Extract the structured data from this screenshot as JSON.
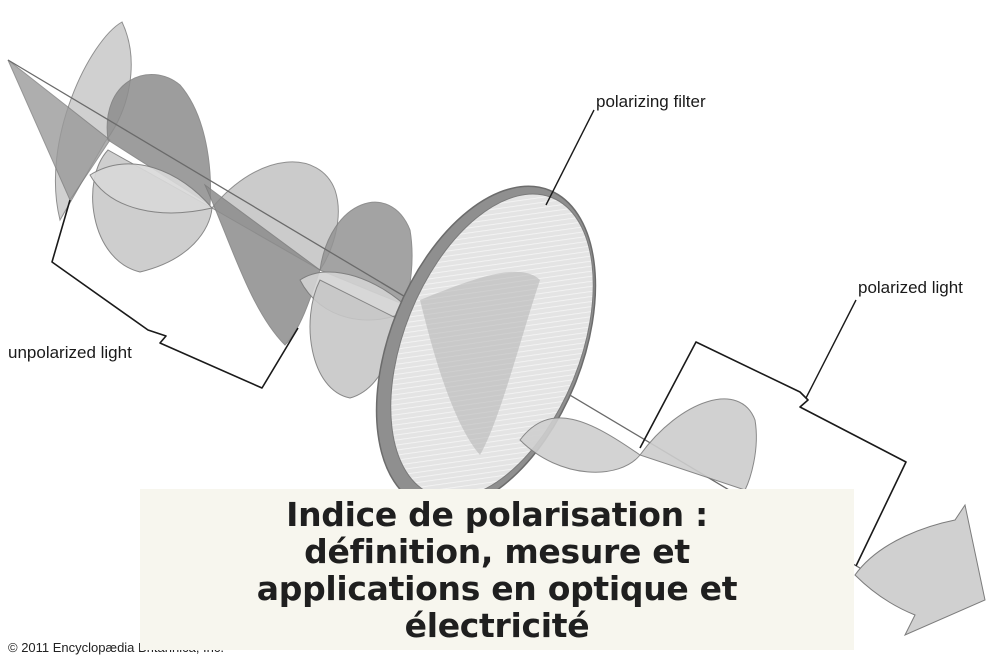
{
  "labels": {
    "polarizing_filter": "polarizing filter",
    "polarized_light": "polarized light",
    "unpolarized_light": "unpolarized light"
  },
  "copyright": "© 2011 Encyclopædia Britannica, Inc.",
  "title_overlay": "Indice de polarisation : définition, mesure et applications en optique et électricité",
  "colors": {
    "background": "#ffffff",
    "title_box": "#f7f6ee",
    "wave_light": "#cfcfcf",
    "wave_dark": "#8a8a8a",
    "filter_ring": "#8f8f8f",
    "filter_face": "#e3e3e3",
    "text": "#1a1a1a"
  }
}
